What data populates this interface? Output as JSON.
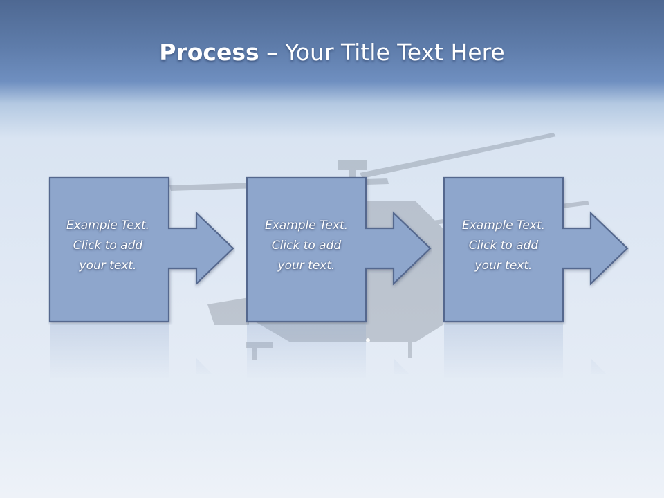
{
  "slide": {
    "title_strong": "Process",
    "title_rest": " – Your Title Text Here"
  },
  "steps": [
    {
      "text": "Example Text.\nClick  to add\nyour text."
    },
    {
      "text": "Example Text.\nClick  to add\nyour text."
    },
    {
      "text": "Example Text.\nClick  to add\nyour text."
    }
  ],
  "colors": {
    "box_fill": "#8ea6cc",
    "box_stroke": "#55688e",
    "header_top": "#4e6892",
    "background": "#e1e9f4"
  }
}
